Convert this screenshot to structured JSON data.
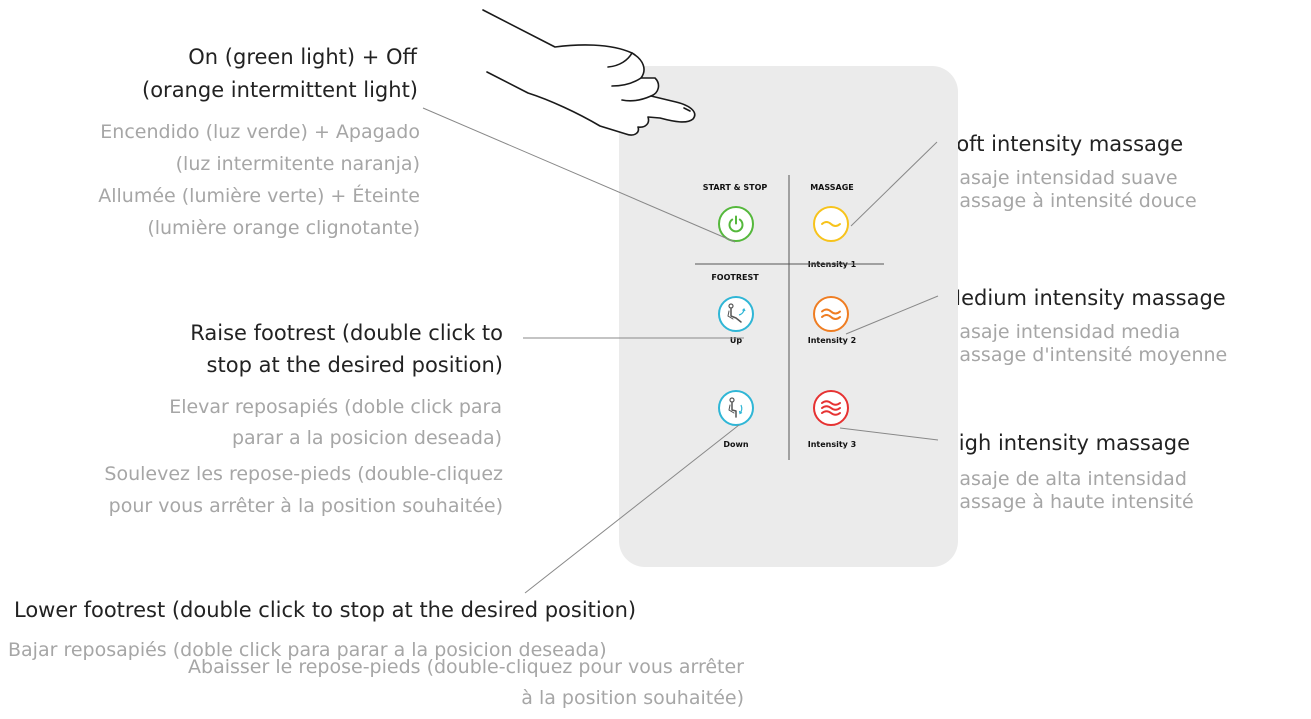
{
  "labels": {
    "power": {
      "en_line1": "On (green light) + Off",
      "en_line2": "(orange intermittent light)",
      "es_line1": "Encendido (luz verde) + Apagado",
      "es_line2": "(luz intermitente naranja)",
      "fr_line1": "Allumée (lumière verte) + Éteinte",
      "fr_line2": "(lumière orange clignotante)"
    },
    "raise": {
      "en_line1": "Raise footrest (double click to",
      "en_line2": "stop at the desired position)",
      "es_line1": "Elevar reposapiés (doble click para",
      "es_line2": "parar a la posicion deseada)",
      "fr_line1": "Soulevez les repose-pieds (double-cliquez",
      "fr_line2": "pour vous arrêter à la position souhaitée)"
    },
    "lower": {
      "en": "Lower footrest (double click to stop at the desired position)",
      "es": "Bajar reposapiés (doble click para parar a la posicion deseada)",
      "fr_line1": "Abaisser le repose-pieds (double-cliquez pour vous arrêter",
      "fr_line2": "à la position souhaitée)"
    },
    "soft": {
      "en": "Soft intensity massage",
      "es": "Masaje intensidad suave",
      "fr": "Massage à intensité douce"
    },
    "medium": {
      "en": "Medium intensity massage",
      "es": "Masaje intensidad media",
      "fr": "Massage d'intensité moyenne"
    },
    "high": {
      "en": "High intensity massage",
      "es": "Masaje de alta intensidad",
      "fr": "Massage à haute intensité"
    }
  },
  "panel": {
    "start_stop": "START & STOP",
    "massage": "MASSAGE",
    "footrest": "FOOTREST",
    "up": "Up",
    "down": "Down",
    "intensity1": "Intensity 1",
    "intensity2": "Intensity 2",
    "intensity3": "Intensity 3"
  },
  "colors": {
    "power": "#55b83c",
    "intensity1": "#f7c31b",
    "intensity2": "#ef7d22",
    "intensity3": "#e63232",
    "footrest": "#2fb6d6",
    "panel": "#ebebeb"
  },
  "icons": {
    "power": "power-icon",
    "footrest_up": "footrest-up-icon",
    "footrest_down": "footrest-down-icon",
    "intensity1": "single-wave-icon",
    "intensity2": "double-wave-icon",
    "intensity3": "triple-wave-icon",
    "hand": "pointing-hand-icon"
  }
}
